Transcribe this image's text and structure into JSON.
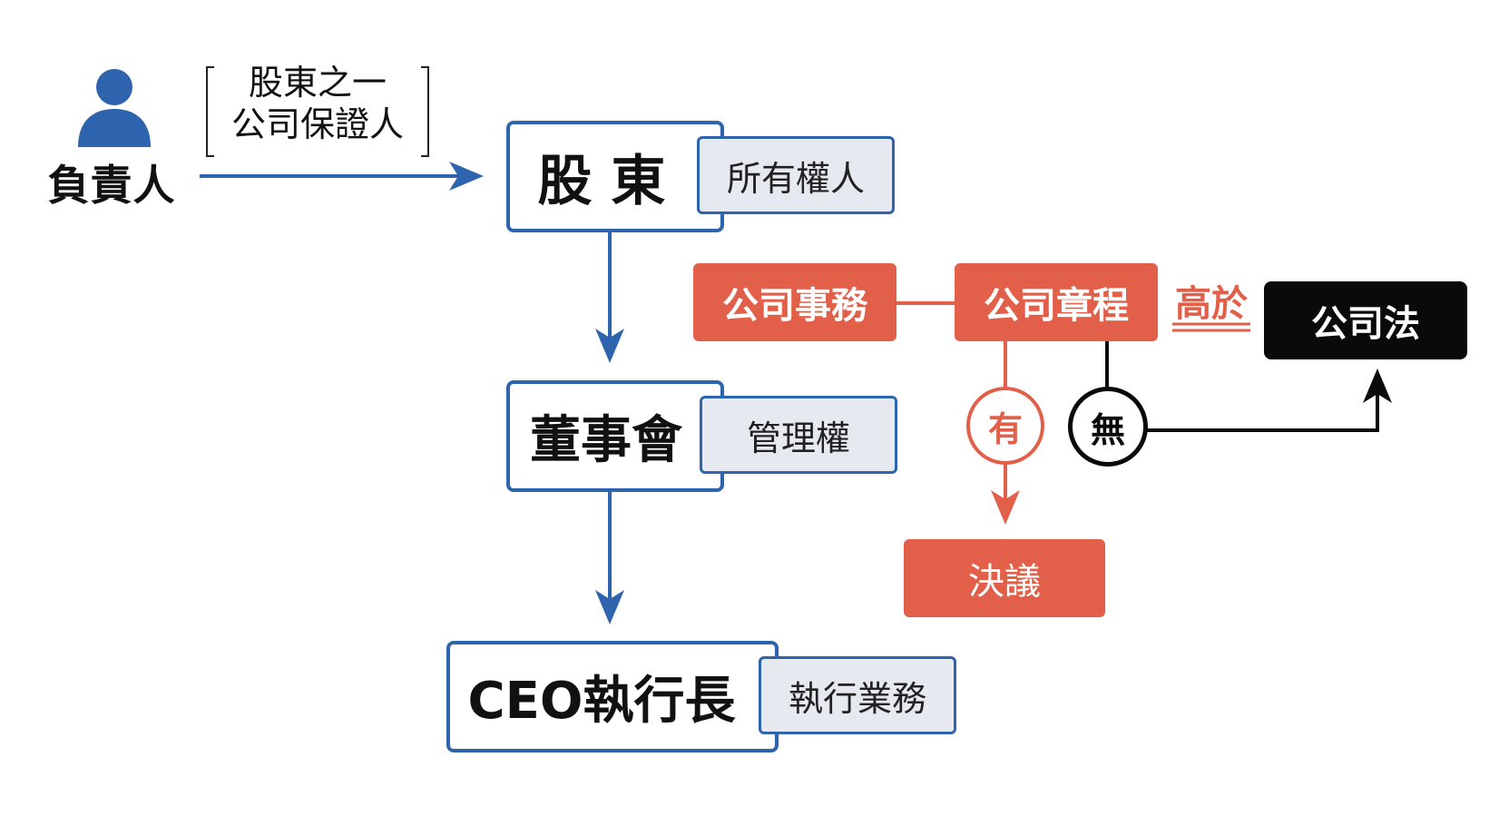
{
  "person": {
    "label": "負責人"
  },
  "note": {
    "line1": "股東之一",
    "line2": "公司保證人"
  },
  "chain": {
    "shareholders": {
      "title": "股 東",
      "role": "所有權人"
    },
    "board": {
      "title": "董事會",
      "role": "管理權"
    },
    "ceo": {
      "title": "CEO執行長",
      "role": "執行業務"
    }
  },
  "rules": {
    "affairs": "公司事務",
    "articles": "公司章程",
    "higher_than": "高於",
    "company_law": "公司法",
    "has": "有",
    "none": "無",
    "resolution": "決議"
  },
  "colors": {
    "blue": "#2e64ad",
    "red": "#e2604a",
    "black": "#0a0a0a",
    "tag_fill": "#e6e9ef"
  },
  "icons": {
    "person": "person-icon"
  }
}
